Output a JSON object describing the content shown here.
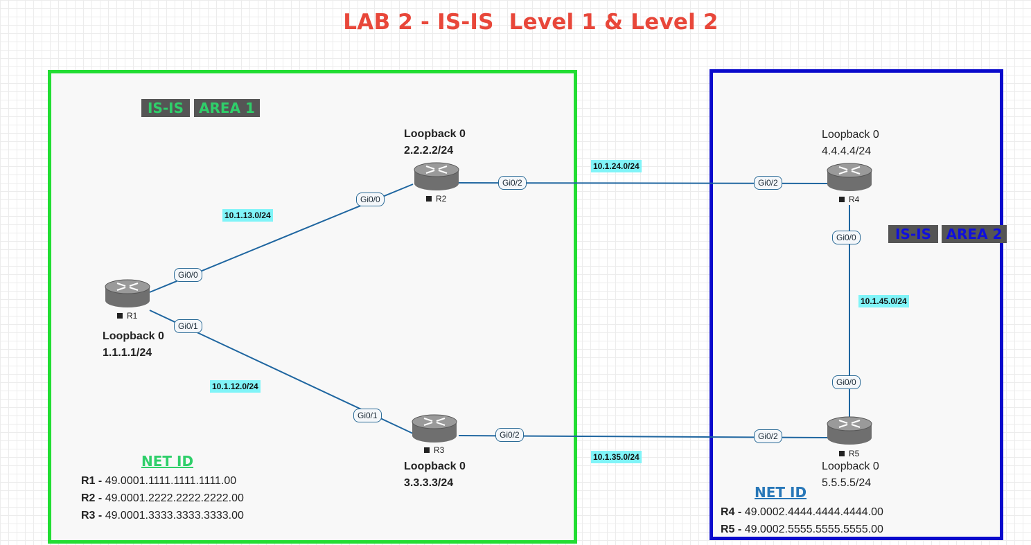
{
  "title": "LAB 2 - IS-IS  Level 1 & Level 2",
  "colors": {
    "title": "#e8473a",
    "area1_border": "#22dd33",
    "area2_border": "#0a0acc",
    "link": "#1f66a0",
    "subnet_bg": "#80f4f8"
  },
  "area1": {
    "tag_proto": "IS-IS",
    "tag_area": "AREA 1"
  },
  "area2": {
    "tag_proto": "IS-IS",
    "tag_area": "AREA 2"
  },
  "routers": {
    "r1": {
      "name": "R1",
      "loopback_title": "Loopback 0",
      "loopback_ip": "1.1.1.1/24"
    },
    "r2": {
      "name": "R2",
      "loopback_title": "Loopback 0",
      "loopback_ip": "2.2.2.2/24"
    },
    "r3": {
      "name": "R3",
      "loopback_title": "Loopback 0",
      "loopback_ip": "3.3.3.3/24"
    },
    "r4": {
      "name": "R4",
      "loopback_title": "Loopback 0",
      "loopback_ip": "4.4.4.4/24"
    },
    "r5": {
      "name": "R5",
      "loopback_title": "Loopback 0",
      "loopback_ip": "5.5.5.5/24"
    }
  },
  "subnets": {
    "r1_r2": "10.1.13.0/24",
    "r1_r3": "10.1.12.0/24",
    "r2_r4": "10.1.24.0/24",
    "r3_r5": "10.1.35.0/24",
    "r4_r5": "10.1.45.0/24"
  },
  "interfaces": {
    "r1_to_r2": "Gi0/0",
    "r1_to_r3": "Gi0/1",
    "r2_to_r1": "Gi0/0",
    "r2_to_r4": "Gi0/2",
    "r3_to_r1": "Gi0/1",
    "r3_to_r5": "Gi0/2",
    "r4_to_r2": "Gi0/2",
    "r4_to_r5": "Gi0/0",
    "r5_to_r4": "Gi0/0",
    "r5_to_r3": "Gi0/2"
  },
  "net_id_area1": {
    "heading": "NET ID",
    "rows": [
      {
        "router": "R1 -",
        "value": "49.0001.1111.1111.1111.00"
      },
      {
        "router": "R2 -",
        "value": "49.0001.2222.2222.2222.00"
      },
      {
        "router": "R3 -",
        "value": "49.0001.3333.3333.3333.00"
      }
    ]
  },
  "net_id_area2": {
    "heading": "NET ID",
    "rows": [
      {
        "router": "R4 -",
        "value": "49.0002.4444.4444.4444.00"
      },
      {
        "router": "R5 -",
        "value": "49.0002.5555.5555.5555.00"
      }
    ]
  }
}
